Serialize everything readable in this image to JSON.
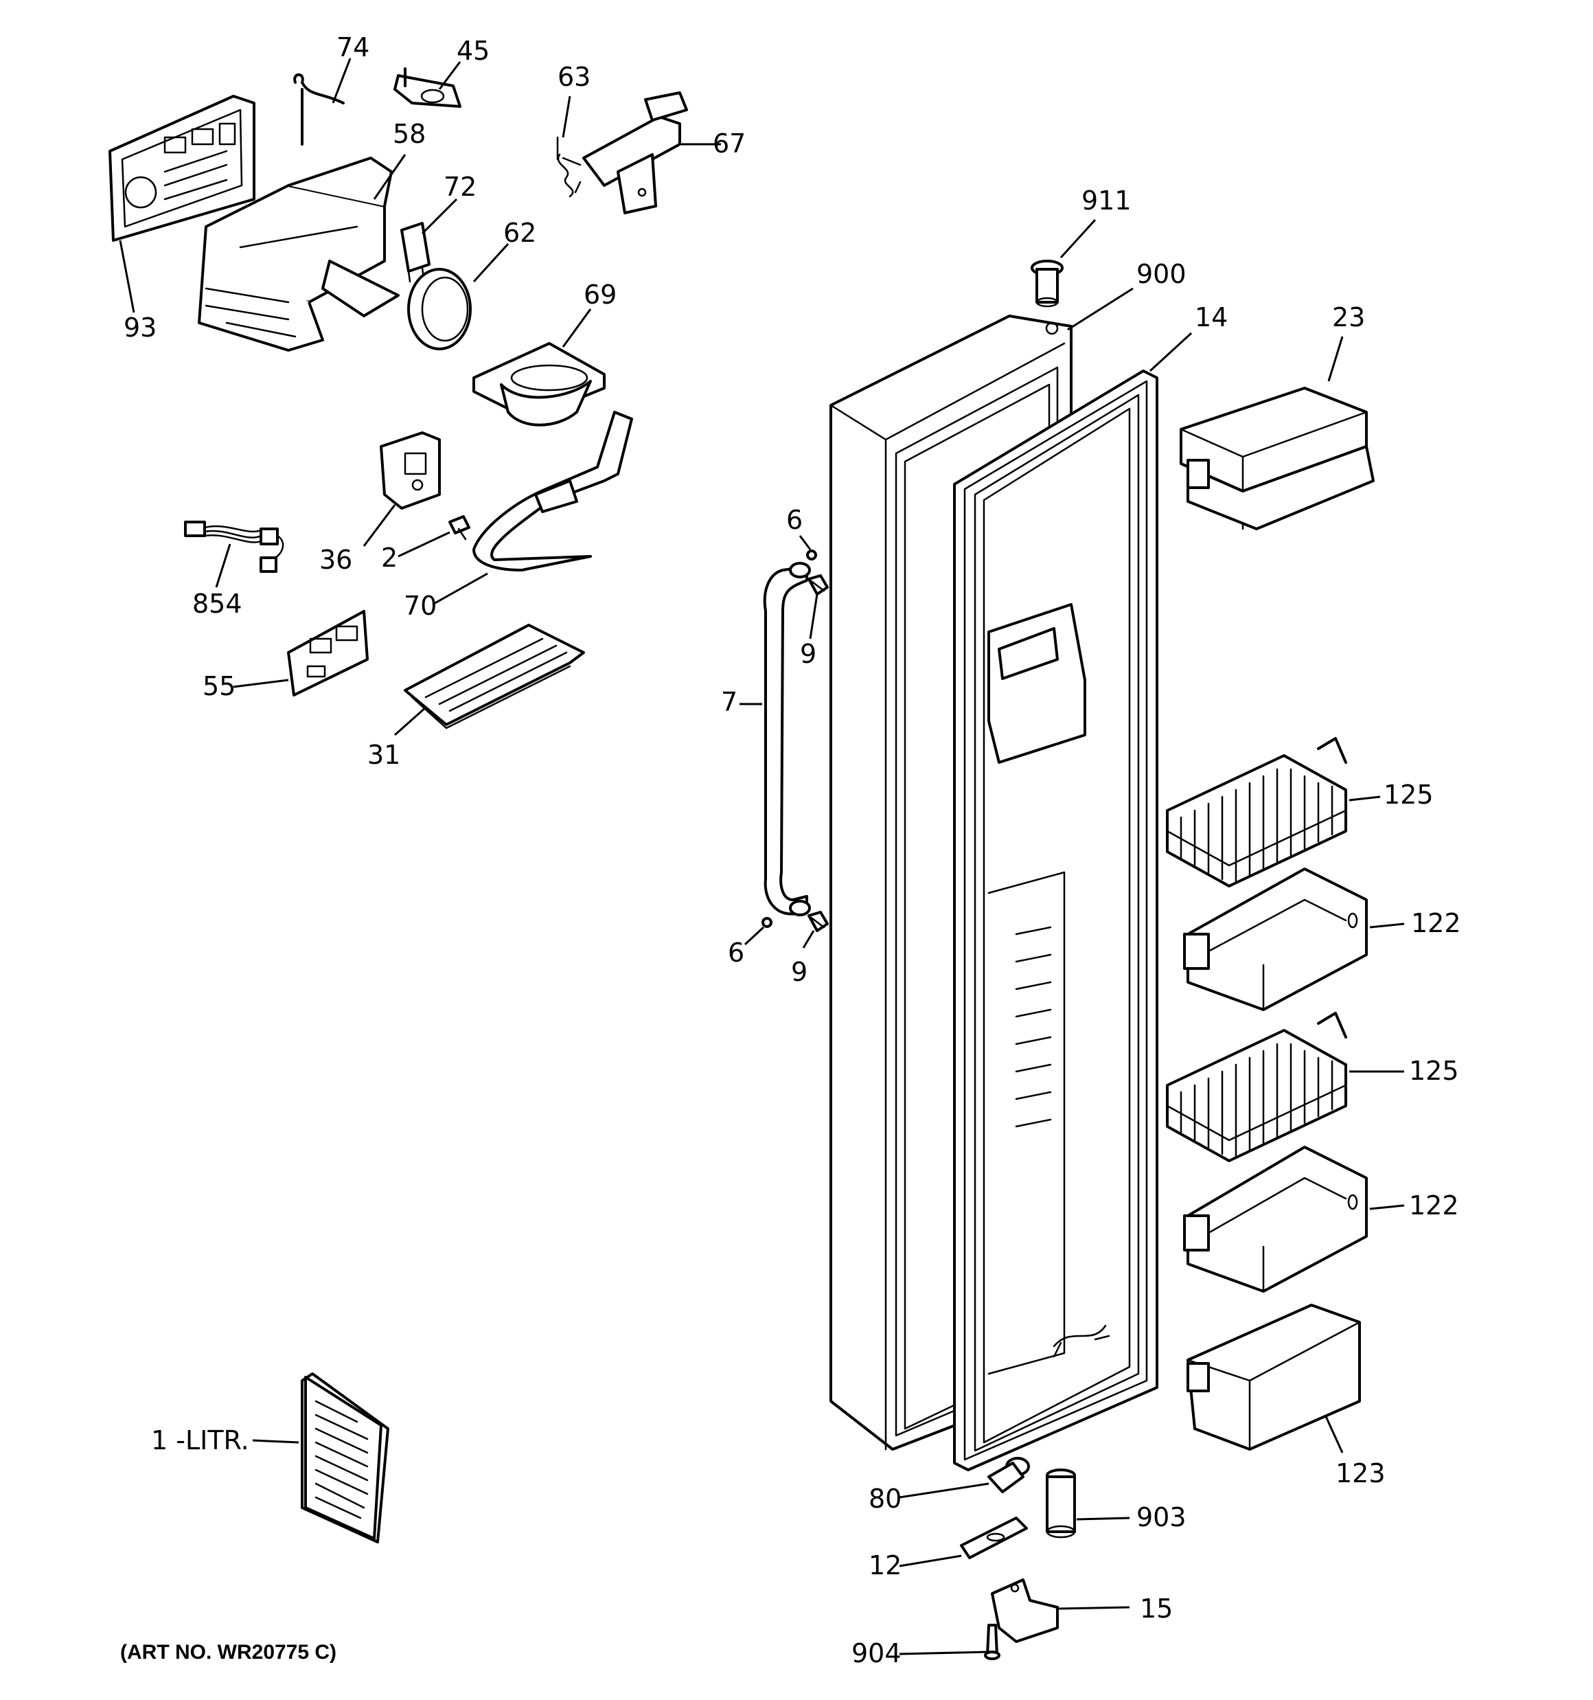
{
  "art_number": "(ART NO. WR20775 C)",
  "callouts": [
    {
      "id": "c74",
      "text": "74"
    },
    {
      "id": "c45",
      "text": "45"
    },
    {
      "id": "c63",
      "text": "63"
    },
    {
      "id": "c67",
      "text": "67"
    },
    {
      "id": "c58",
      "text": "58"
    },
    {
      "id": "c72",
      "text": "72"
    },
    {
      "id": "c62",
      "text": "62"
    },
    {
      "id": "c93",
      "text": "93"
    },
    {
      "id": "c69",
      "text": "69"
    },
    {
      "id": "c36",
      "text": "36"
    },
    {
      "id": "c2",
      "text": "2"
    },
    {
      "id": "c854",
      "text": "854"
    },
    {
      "id": "c70",
      "text": "70"
    },
    {
      "id": "c55",
      "text": "55"
    },
    {
      "id": "c31",
      "text": "31"
    },
    {
      "id": "c911",
      "text": "911"
    },
    {
      "id": "c900",
      "text": "900"
    },
    {
      "id": "c14",
      "text": "14"
    },
    {
      "id": "c23",
      "text": "23"
    },
    {
      "id": "c6a",
      "text": "6"
    },
    {
      "id": "c9a",
      "text": "9"
    },
    {
      "id": "c7",
      "text": "7"
    },
    {
      "id": "c6b",
      "text": "6"
    },
    {
      "id": "c9b",
      "text": "9"
    },
    {
      "id": "c125a",
      "text": "125"
    },
    {
      "id": "c122a",
      "text": "122"
    },
    {
      "id": "c125b",
      "text": "125"
    },
    {
      "id": "c122b",
      "text": "122"
    },
    {
      "id": "c123",
      "text": "123"
    },
    {
      "id": "c1",
      "text": "1 -LITR."
    },
    {
      "id": "c80",
      "text": "80"
    },
    {
      "id": "c903",
      "text": "903"
    },
    {
      "id": "c12",
      "text": "12"
    },
    {
      "id": "c15",
      "text": "15"
    },
    {
      "id": "c904",
      "text": "904"
    }
  ]
}
